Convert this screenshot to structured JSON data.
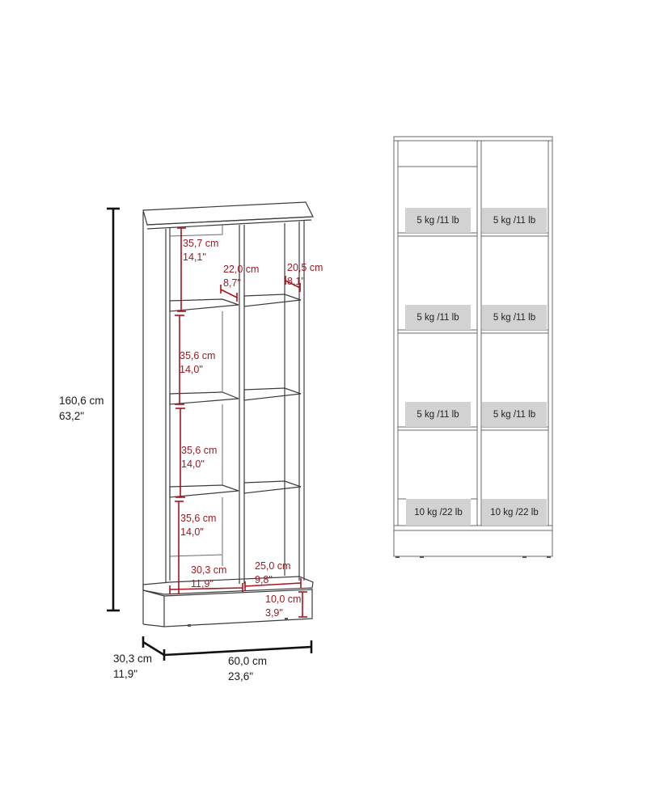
{
  "diagram": {
    "type": "furniture-dimension-drawing",
    "colors": {
      "line": "#3c3c3c",
      "dimension_red": "#a8141e",
      "capacity_box": "#d2d2d2"
    }
  },
  "overall_dimensions": {
    "height": {
      "cm": "160,6 cm",
      "in": "63,2\""
    },
    "depth": {
      "cm": "30,3 cm",
      "in": "11,9\""
    },
    "width": {
      "cm": "60,0 cm",
      "in": "23,6\""
    }
  },
  "interior_dimensions": {
    "top_compartment_height": {
      "cm": "35,7 cm",
      "in": "14,1\""
    },
    "left_depth_top": {
      "cm": "22,0 cm",
      "in": "8,7\""
    },
    "right_depth_top": {
      "cm": "20,5 cm",
      "in": "8,1\""
    },
    "compartment_2_height": {
      "cm": "35,6 cm",
      "in": "14,0\""
    },
    "compartment_3_height": {
      "cm": "35,6 cm",
      "in": "14,0\""
    },
    "compartment_4_height": {
      "cm": "35,6 cm",
      "in": "14,0\""
    },
    "left_width_bottom": {
      "cm": "30,3 cm",
      "in": "11,9\""
    },
    "right_width_bottom": {
      "cm": "25,0 cm",
      "in": "9,8\""
    },
    "base_height": {
      "cm": "10,0 cm",
      "in": "3,9\""
    }
  },
  "load_capacity": {
    "rows": [
      {
        "left": "5 kg /11 lb",
        "right": "5 kg /11 lb"
      },
      {
        "left": "5 kg /11 lb",
        "right": "5 kg /11 lb"
      },
      {
        "left": "5 kg /11 lb",
        "right": "5 kg /11 lb"
      },
      {
        "left": "10 kg /22 lb",
        "right": "10 kg /22 lb"
      }
    ]
  }
}
